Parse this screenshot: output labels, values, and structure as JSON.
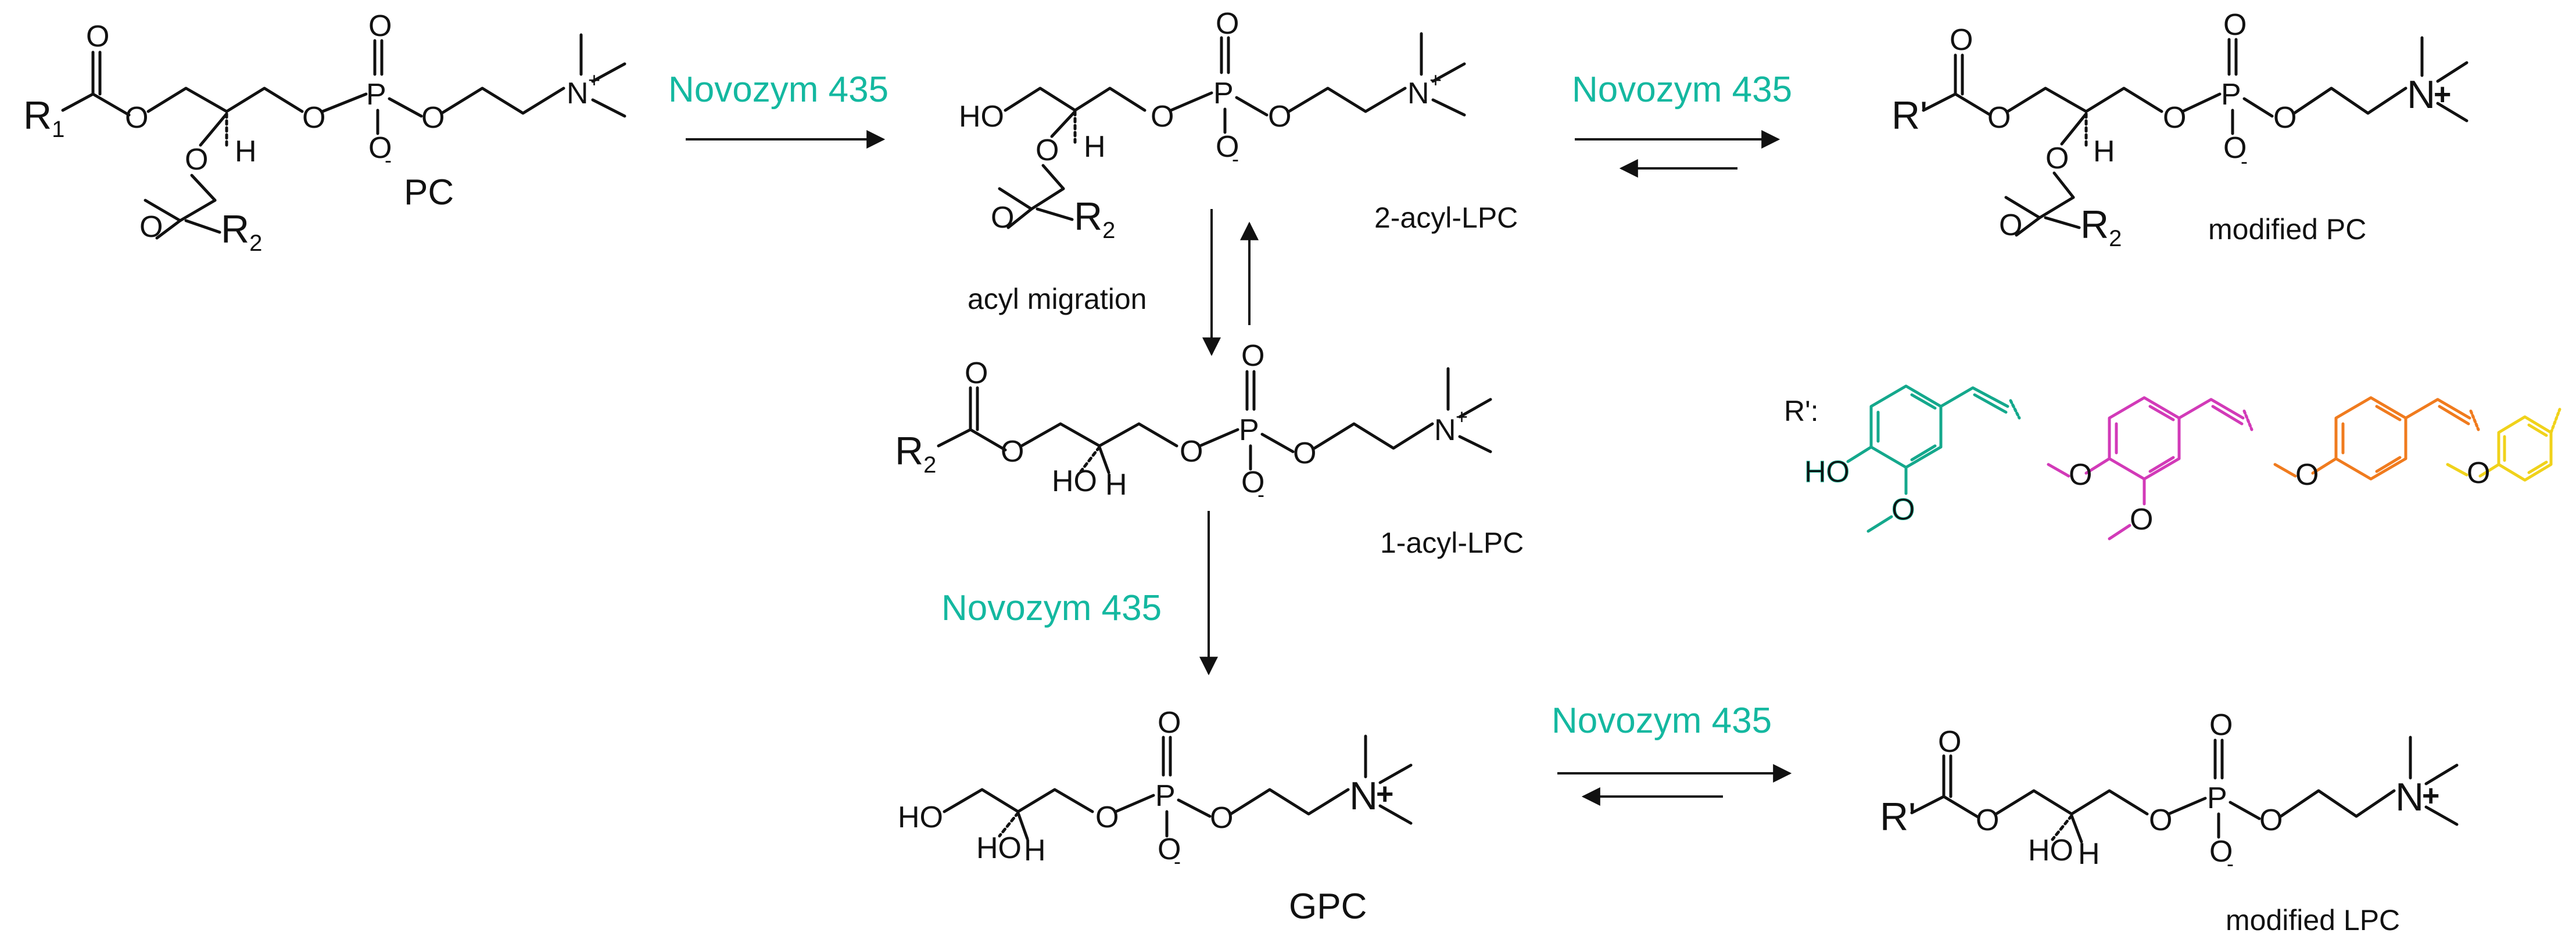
{
  "colors": {
    "enzyme": "#14b8a0",
    "feruloyl": "#14a88c",
    "dimethoxycinnamoyl": "#d23ab8",
    "methoxycinnamoyl": "#f07b1e",
    "methoxybenzoyl": "#f0d21b"
  },
  "enzyme": {
    "step1": "Novozym 435",
    "step2": "Novozym 435",
    "step3": "Novozym 435",
    "step4": "Novozym 435"
  },
  "compounds": {
    "pc": "PC",
    "lpc2": "2-acyl-LPC",
    "lpc1": "1-acyl-LPC",
    "gpc": "GPC",
    "modified_pc": "modified PC",
    "modified_lpc": "modified LPC"
  },
  "process": {
    "migration": "acyl migration"
  },
  "r_prime_label": "R':"
}
